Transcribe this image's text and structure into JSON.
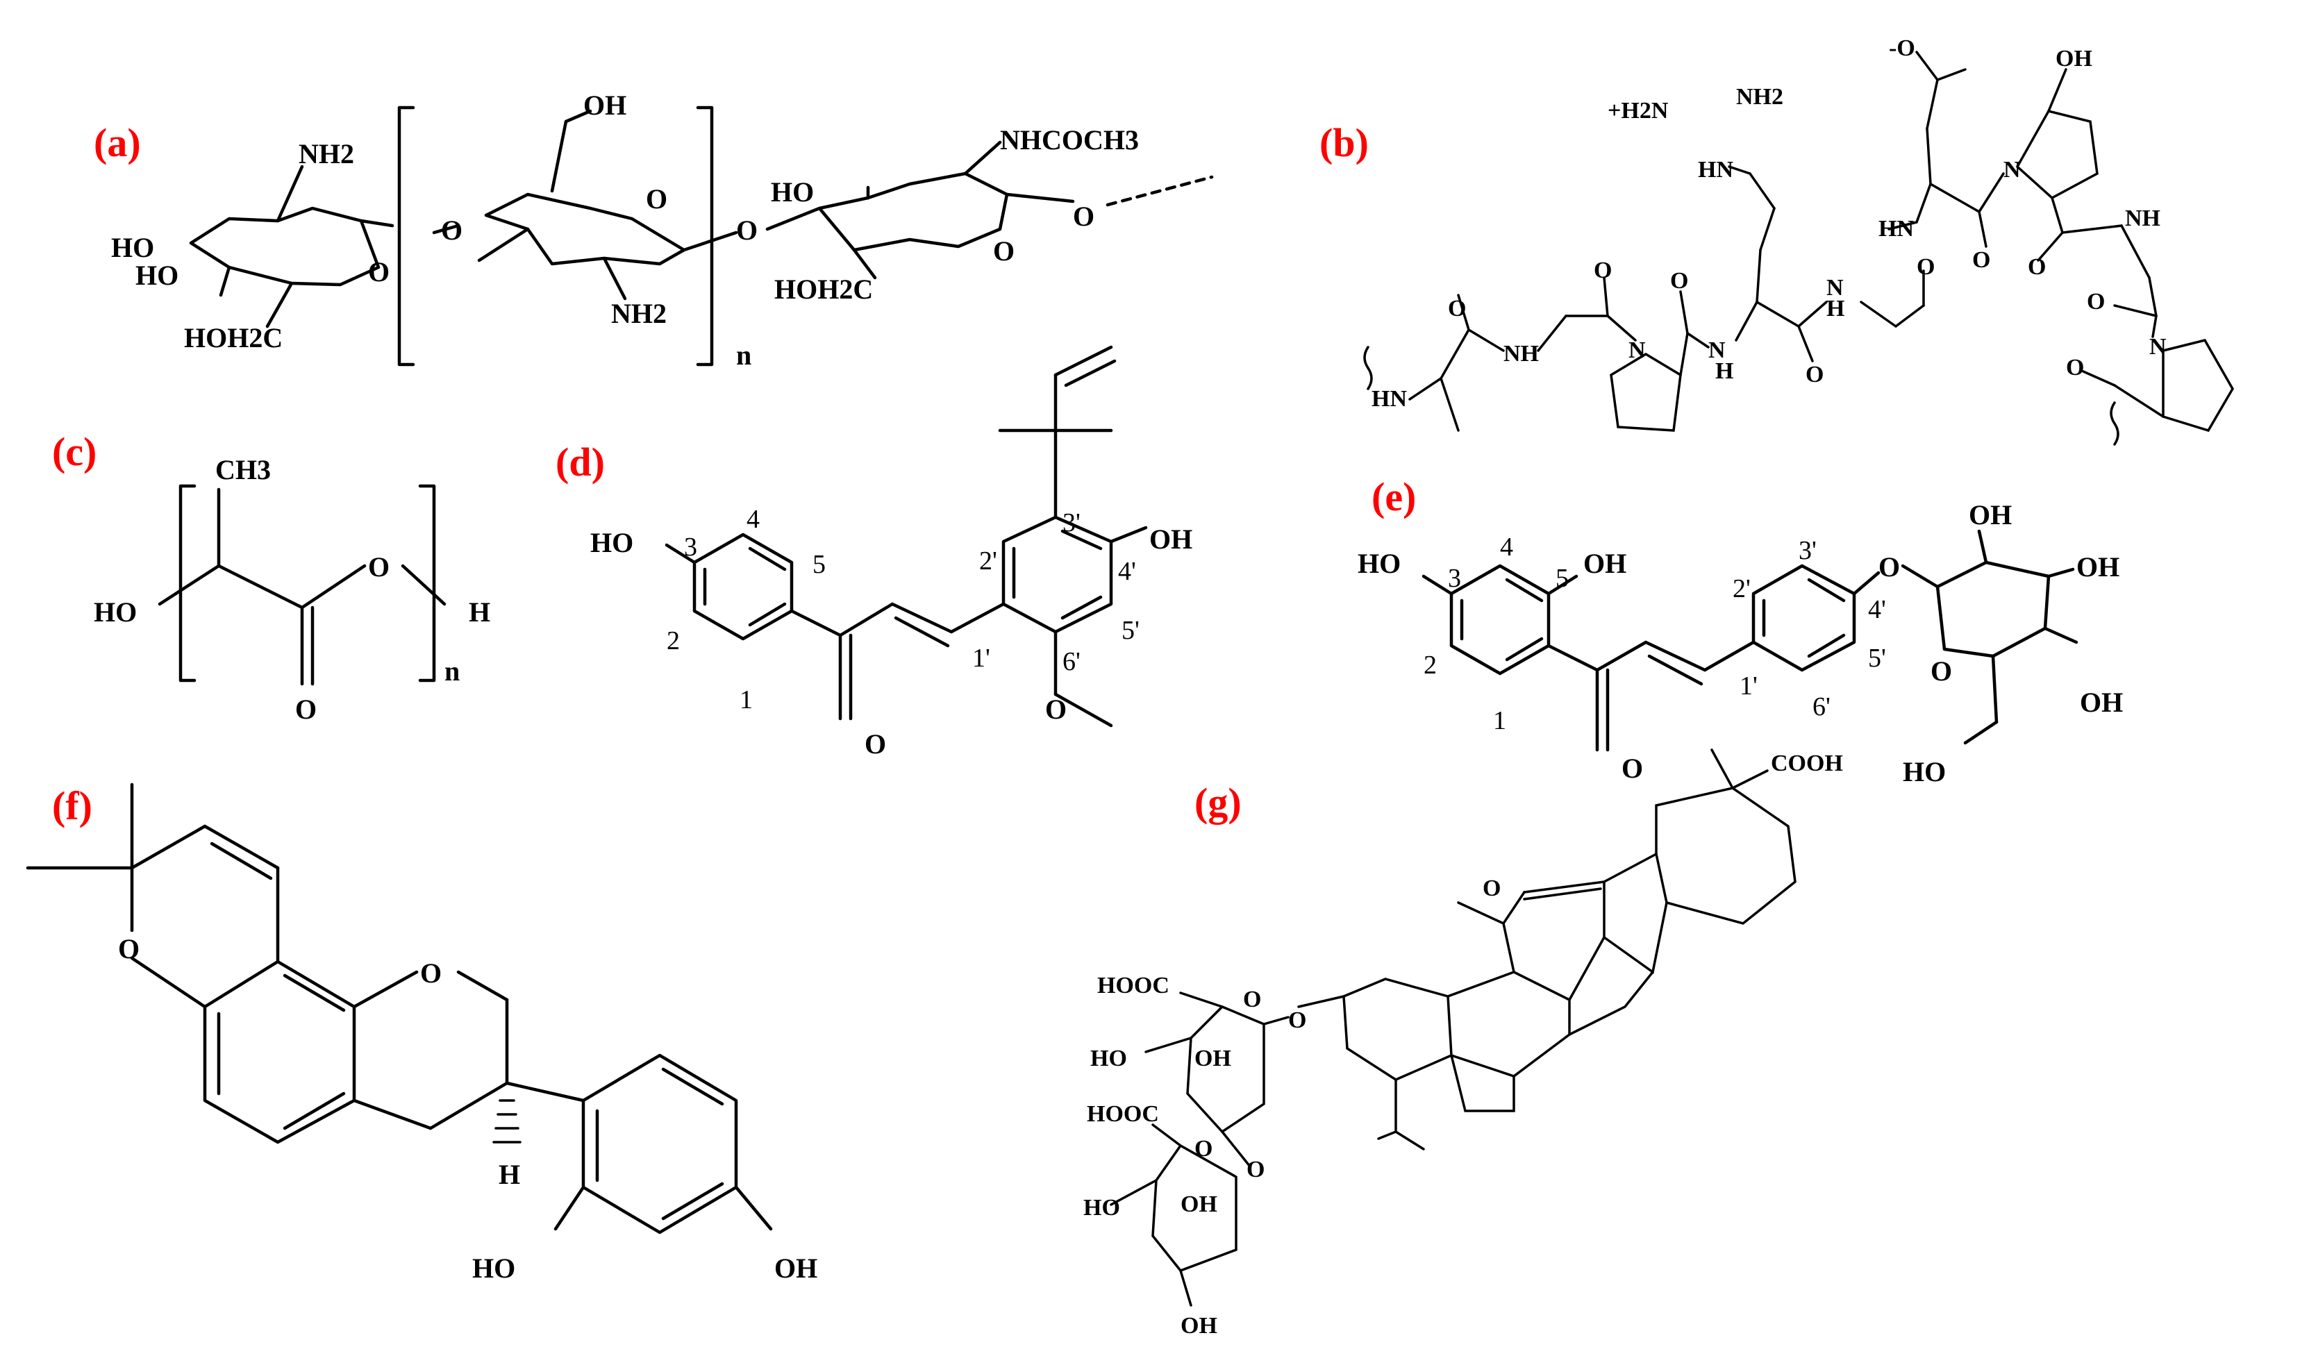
{
  "style": {
    "label_color": "#ff0000",
    "ink_color": "#000000",
    "background": "#ffffff"
  },
  "panels": {
    "a": {
      "label": "(a)",
      "atoms": {
        "nh2_left": "NH2",
        "ho_left": "HO",
        "ho_left2": "HO",
        "hoh2c_left": "HOH2C",
        "o_link1": "O",
        "oh_top": "OH",
        "nh2_mid": "NH2",
        "o_link2": "O",
        "nhcoch3": "NHCOCH3",
        "ho_right": "HO",
        "hoh2c_right": "HOH2C",
        "o_ring_right": "O",
        "o_end": "O",
        "subscript_n": "n",
        "o_ring_left": "O",
        "o_ring_mid": "O"
      }
    },
    "b": {
      "label": "(b)",
      "atoms": {
        "nh2_guan": "NH2",
        "h2n_guan": "+H2N",
        "hn_guan": "HN",
        "o_minus": "-O",
        "o_carb": "O",
        "oh_hyp": "OH",
        "hn_left": "HN",
        "nh1": "NH",
        "o1": "O",
        "n_pro1": "N",
        "o2": "O",
        "n_h1": "N",
        "h1": "H",
        "n_h2": "N",
        "h2": "H",
        "o3": "O",
        "hn_mid": "HN",
        "o4": "O",
        "n_hyp": "N",
        "o5": "O",
        "nh_right": "NH",
        "o6": "O",
        "n_pro2": "N",
        "o7": "O",
        "h_nh": "H"
      }
    },
    "c": {
      "label": "(c)",
      "atoms": {
        "ch3": "CH3",
        "ho": "HO",
        "o_ester": "O",
        "o_keto": "O",
        "h_end": "H",
        "subscript_n": "n"
      }
    },
    "d": {
      "label": "(d)",
      "atoms": {
        "ho_left": "HO",
        "oh_right": "OH",
        "o_keto": "O",
        "o_methoxy": "O"
      },
      "numbers": [
        "3",
        "4",
        "5",
        "2",
        "1",
        "3'",
        "2'",
        "4'",
        "1'",
        "5'",
        "6'"
      ]
    },
    "e": {
      "label": "(e)",
      "atoms": {
        "ho_left": "HO",
        "oh_5": "OH",
        "o_keto": "O",
        "o_glyc": "O",
        "oh_top": "OH",
        "oh_right": "OH",
        "oh_lower": "OH",
        "o_ring": "O",
        "ho_ch2": "HO"
      },
      "numbers": [
        "3",
        "4",
        "5",
        "2",
        "1",
        "3'",
        "2'",
        "4'",
        "1'",
        "5'",
        "6'"
      ]
    },
    "f": {
      "label": "(f)",
      "atoms": {
        "o_pyran": "O",
        "o_chroman": "O",
        "h_stereo": "H",
        "ho_left": "HO",
        "oh_right": "OH"
      }
    },
    "g": {
      "label": "(g)",
      "atoms": {
        "cooh_top": "COOH",
        "o_keto": "O",
        "o_glyc": "O",
        "hooc_1": "HOOC",
        "o_ring1": "O",
        "ho_1": "HO",
        "oh_1": "OH",
        "hooc_2": "HOOC",
        "o_link": "O",
        "o_ring2": "O",
        "ho_2": "HO",
        "oh_2": "OH",
        "oh_bottom": "OH"
      }
    }
  }
}
